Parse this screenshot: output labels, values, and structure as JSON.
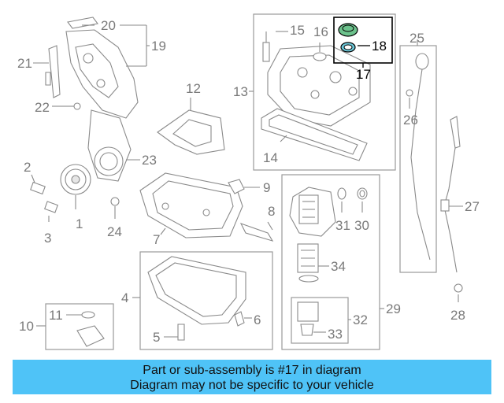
{
  "callouts": {
    "c1": "1",
    "c2": "2",
    "c3": "3",
    "c4": "4",
    "c5": "5",
    "c6": "6",
    "c7": "7",
    "c8": "8",
    "c9": "9",
    "c10": "10",
    "c11": "11",
    "c12": "12",
    "c13": "13",
    "c14": "14",
    "c15": "15",
    "c16": "16",
    "c17": "17",
    "c18": "18",
    "c19": "19",
    "c20": "20",
    "c21": "21",
    "c22": "22",
    "c23": "23",
    "c24": "24",
    "c25": "25",
    "c26": "26",
    "c27": "27",
    "c28": "28",
    "c29": "29",
    "c30": "30",
    "c31": "31",
    "c32": "32",
    "c33": "33",
    "c34": "34"
  },
  "highlight": {
    "part": "17",
    "color": "#000000"
  },
  "banner": {
    "line1": "Part or sub-assembly is #17 in diagram",
    "line2": "Diagram may not be specific to your vehicle",
    "color": "#4fc3f7"
  }
}
